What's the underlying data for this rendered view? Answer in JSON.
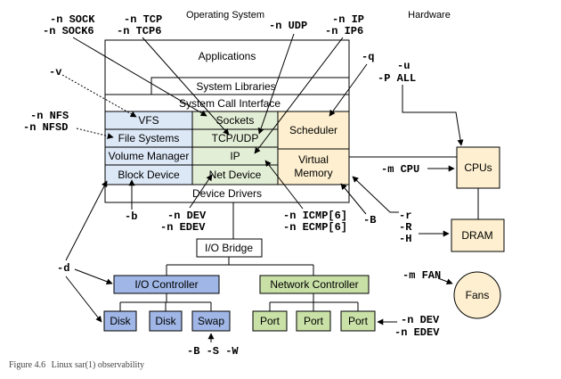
{
  "headers": {
    "os": "Operating System",
    "hw": "Hardware"
  },
  "colors": {
    "blue": "#dde8f7",
    "green": "#e3eed6",
    "tan": "#fdefcf",
    "ctrl_blue": "#9fb6e6",
    "ctrl_green": "#c8dfa6",
    "port_green": "#c9e1a6",
    "disk_blue": "#9fb6e6"
  },
  "os": {
    "applications": "Applications",
    "system_libraries": "System Libraries",
    "system_call_interface": "System Call Interface",
    "vfs": "VFS",
    "sockets": "Sockets",
    "scheduler": "Scheduler",
    "file_systems": "File Systems",
    "tcp_udp": "TCP/UDP",
    "volume_manager": "Volume Manager",
    "ip": "IP",
    "virtual_memory_1": "Virtual",
    "virtual_memory_2": "Memory",
    "block_device": "Block Device",
    "net_device": "Net Device",
    "device_drivers": "Device Drivers"
  },
  "hw": {
    "io_bridge": "I/O Bridge",
    "io_controller": "I/O Controller",
    "network_controller": "Network Controller",
    "disk1": "Disk",
    "disk2": "Disk",
    "swap": "Swap",
    "port1": "Port",
    "port2": "Port",
    "port3": "Port",
    "cpus": "CPUs",
    "dram": "DRAM",
    "fans": "Fans"
  },
  "options": {
    "sock_1": "-n SOCK",
    "sock_2": "-n SOCK6",
    "tcp_1": "-n TCP",
    "tcp_2": "-n TCP6",
    "udp": "-n UDP",
    "ip_1": "-n IP",
    "ip_2": "-n IP6",
    "q": "-q",
    "u_1": "-u",
    "u_2": "-P ALL",
    "v": "-v",
    "nfs_1": "-n NFS",
    "nfs_2": "-n NFSD",
    "m_cpu": "-m CPU",
    "b": "-b",
    "dev_1": "-n DEV",
    "dev_2": "-n EDEV",
    "icmp_1": "-n ICMP[6]",
    "icmp_2": "-n ECMP[6]",
    "B": "-B",
    "r_1": "-r",
    "r_2": "-R",
    "r_3": "-H",
    "d": "-d",
    "m_fan": "-m FAN",
    "bsw": "-B -S -W",
    "port_dev_1": "-n DEV",
    "port_dev_2": "-n EDEV"
  },
  "caption": {
    "label": "Figure 4.6",
    "text": "Linux sar(1) observability"
  }
}
